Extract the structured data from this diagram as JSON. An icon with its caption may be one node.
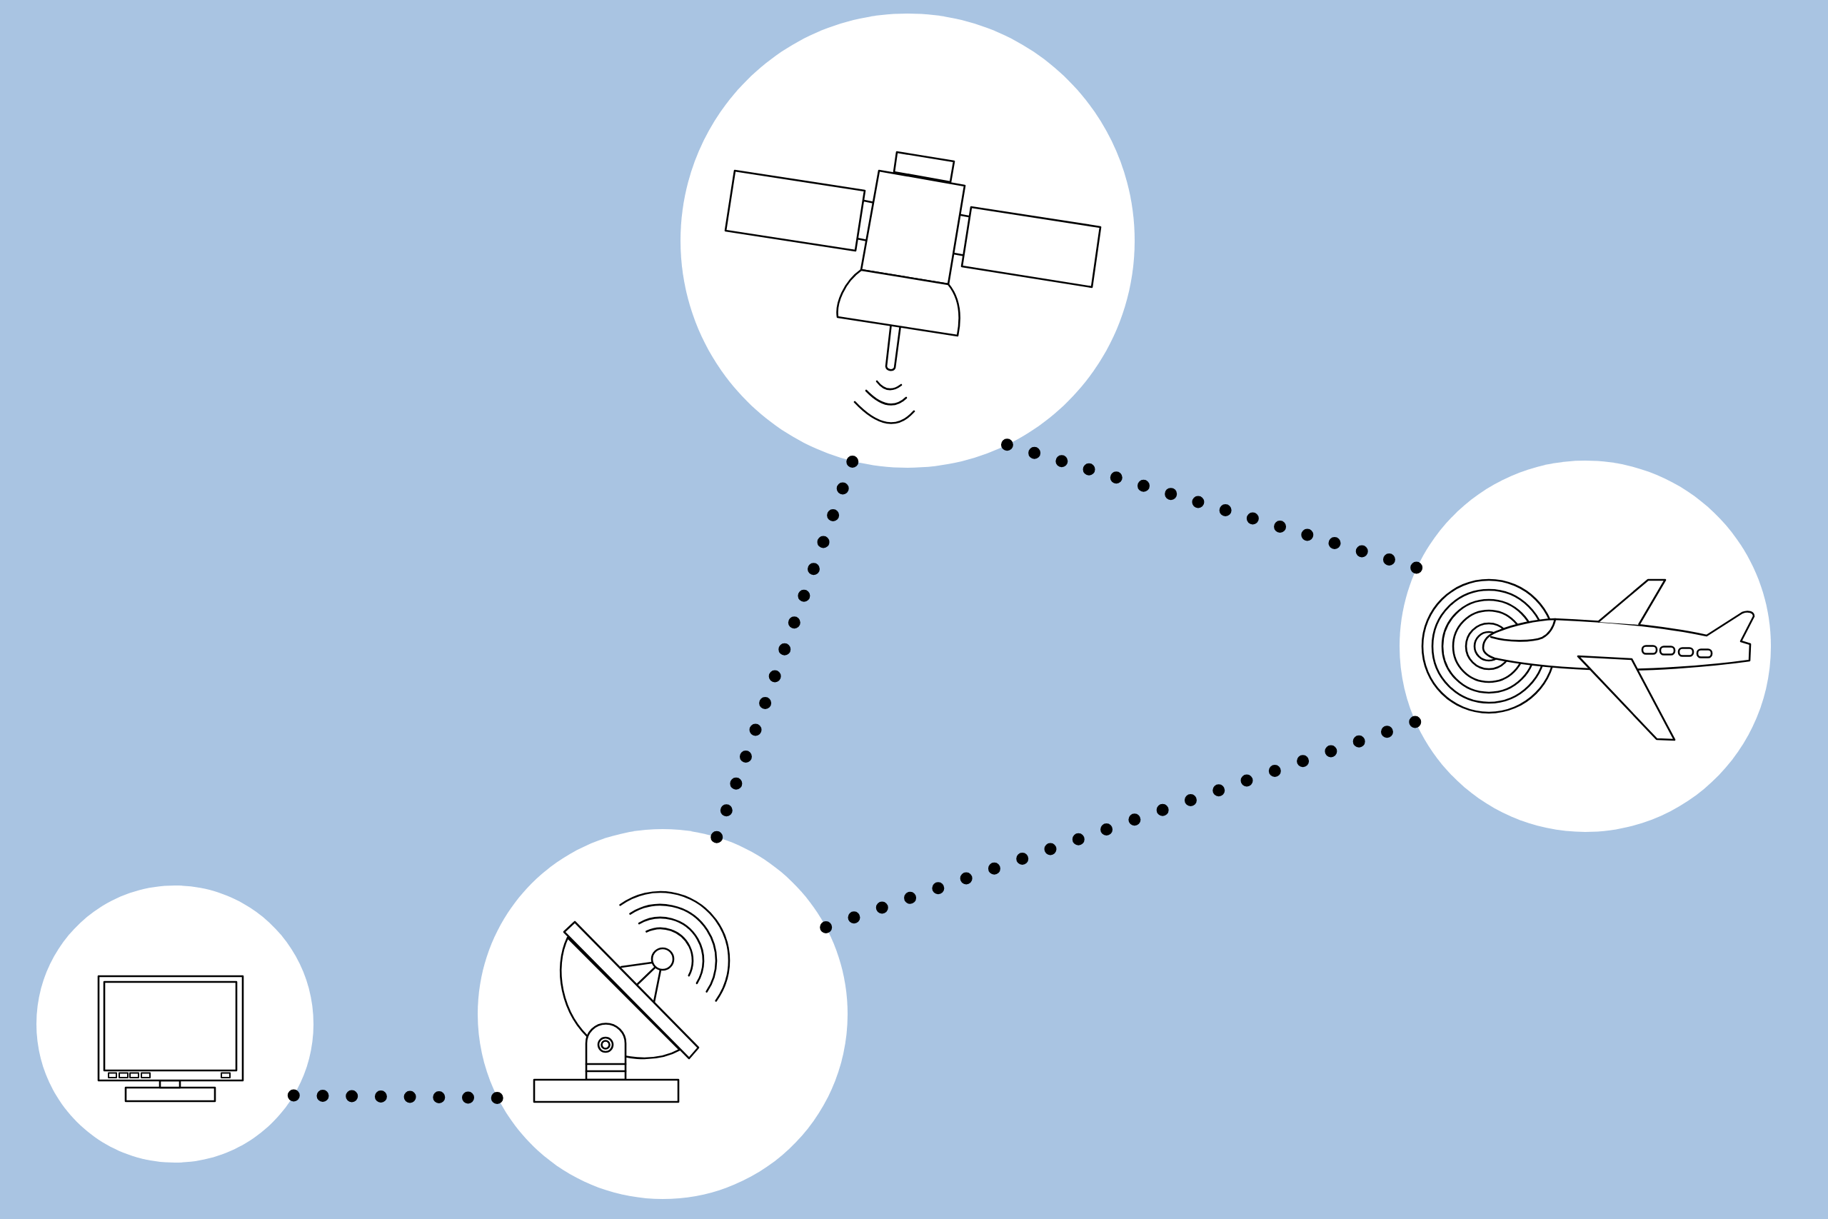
{
  "diagram": {
    "nodes": [
      {
        "text": [],
        "shape": "circle"
      },
      {
        "text": [],
        "shape": "circle"
      },
      {
        "text": [],
        "shape": "circle"
      },
      {
        "text": [],
        "shape": "circle"
      }
    ],
    "edges": [
      {
        "from": 3,
        "to": 2,
        "arrow": "none"
      },
      {
        "from": 2,
        "to": 0,
        "arrow": "none"
      },
      {
        "from": 0,
        "to": 1,
        "arrow": "none"
      },
      {
        "from": 2,
        "to": 1,
        "arrow": "none"
      }
    ]
  }
}
